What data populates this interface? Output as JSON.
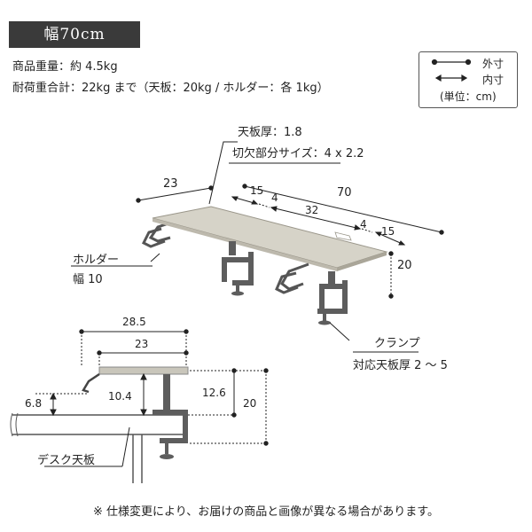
{
  "header": {
    "title": "幅70cm"
  },
  "specs": {
    "weight": "商品重量：約 4.5kg",
    "load": "耐荷重合計：22kg まで（天板：20kg / ホルダー：各 1kg）"
  },
  "legend": {
    "outer": "外寸",
    "inner": "内寸",
    "unit": "(単位：cm)"
  },
  "callouts": {
    "top_thickness": "天板厚：1.8",
    "notch_size": "切欠部分サイズ：4 x 2.2",
    "holder": "ホルダー",
    "holder_width": "幅  10",
    "clamp": "クランプ",
    "clamp_range": "対応天板厚 2 ～ 5",
    "desk_top": "デスク天板"
  },
  "dimensions": {
    "depth": "23",
    "width": "70",
    "left_15": "15",
    "left_4": "4",
    "middle_32": "32",
    "right_4": "4",
    "right_15": "15",
    "height": "20",
    "side_28_5": "28.5",
    "side_23": "23",
    "side_6_8": "6.8",
    "side_10_4": "10.4",
    "side_12_6": "12.6",
    "side_20": "20"
  },
  "footer": {
    "note": "※ 仕様変更により、お届けの商品と画像が異なる場合があります。"
  },
  "colors": {
    "title_bg": "#3a3a3a",
    "shelf_top": "#d6d3c8",
    "metal": "#6a6a6a"
  }
}
